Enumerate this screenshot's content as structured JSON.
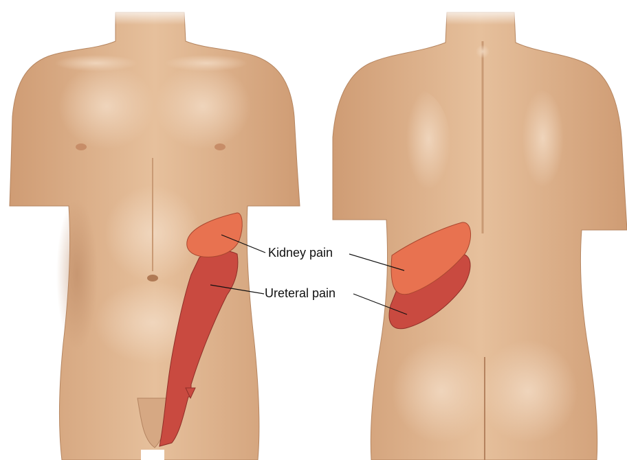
{
  "labels": {
    "kidney": "Kidney pain",
    "ureteral": "Ureteral pain"
  },
  "colors": {
    "background": "#ffffff",
    "skin_base": "#e2b993",
    "skin_shadow": "#c7946d",
    "skin_light": "#efd2b8",
    "outline": "#7a5a3d",
    "kidney_pain": "#e87250",
    "ureteral_pain": "#c94a40",
    "callout_line": "#111111"
  },
  "views": {
    "front": "anterior",
    "back": "posterior"
  }
}
